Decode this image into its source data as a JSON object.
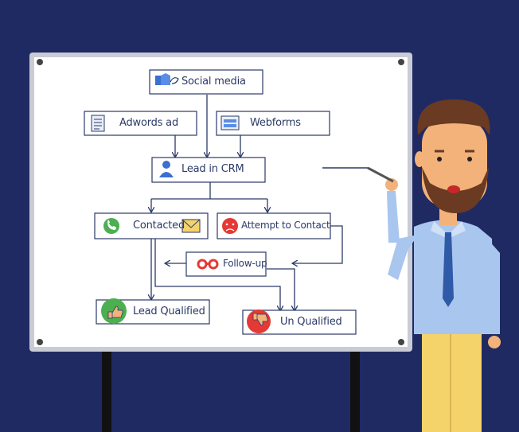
{
  "diagram": {
    "nodes": {
      "social_media": {
        "label": "Social media",
        "icon": "social-media-icon"
      },
      "adwords_ad": {
        "label": "Adwords ad",
        "icon": "document-icon"
      },
      "webforms": {
        "label": "Webforms",
        "icon": "webform-icon"
      },
      "lead_in_crm": {
        "label": "Lead in CRM",
        "icon": "user-icon"
      },
      "contacted": {
        "label": "Contacted",
        "icon": "phone-icon",
        "extra_icon": "envelope-icon"
      },
      "attempt_to_contact": {
        "label": "Attempt to Contact",
        "icon": "sad-face-icon"
      },
      "follow_up": {
        "label": "Follow-up",
        "icon": "binoculars-icon"
      },
      "lead_qualified": {
        "label": "Lead Qualified",
        "icon": "thumbs-up-icon"
      },
      "un_qualified": {
        "label": "Un Qualified",
        "icon": "thumbs-down-icon"
      }
    },
    "edges": [
      [
        "social_media",
        "lead_in_crm"
      ],
      [
        "adwords_ad",
        "lead_in_crm"
      ],
      [
        "webforms",
        "lead_in_crm"
      ],
      [
        "lead_in_crm",
        "contacted"
      ],
      [
        "lead_in_crm",
        "attempt_to_contact"
      ],
      [
        "attempt_to_contact",
        "follow_up"
      ],
      [
        "follow_up",
        "contacted"
      ],
      [
        "contacted",
        "lead_qualified"
      ],
      [
        "contacted",
        "un_qualified"
      ],
      [
        "follow_up",
        "un_qualified"
      ]
    ]
  },
  "colors": {
    "background": "#1f2a63",
    "board": "#ffffff",
    "board_frame": "#c9ccd4",
    "ink": "#2b3a67",
    "green": "#4caf50",
    "red": "#e53935",
    "shirt": "#a9c6ee",
    "tie": "#2f5aa8",
    "pants": "#f4d36b",
    "skin": "#f2b27a",
    "hair": "#6b3a22"
  }
}
